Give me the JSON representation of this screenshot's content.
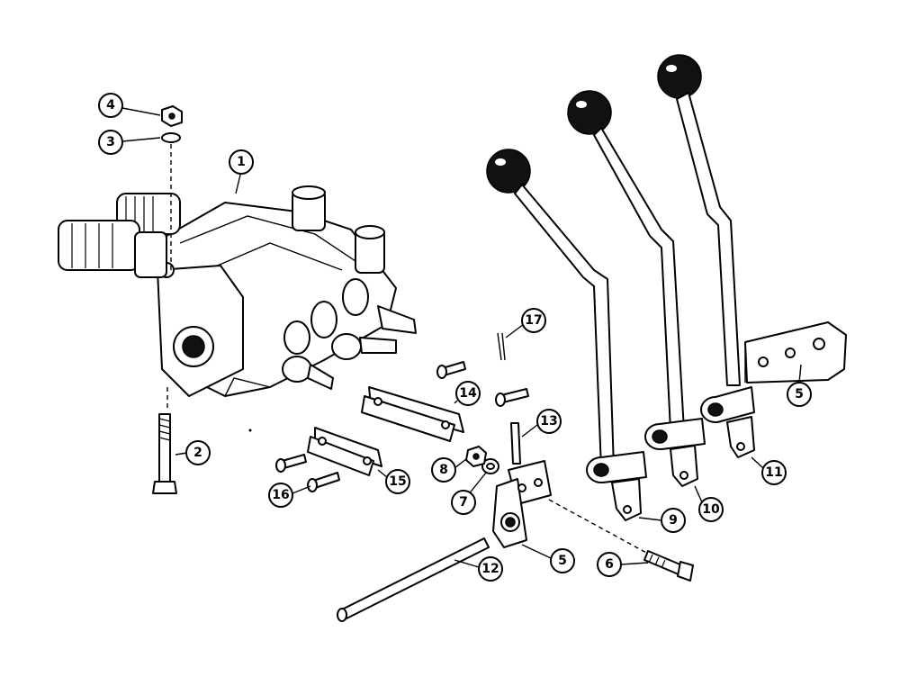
{
  "callouts": [
    {
      "key": "c1",
      "label": "1"
    },
    {
      "key": "c2",
      "label": "2"
    },
    {
      "key": "c3",
      "label": "3"
    },
    {
      "key": "c4",
      "label": "4"
    },
    {
      "key": "c5a",
      "label": "5"
    },
    {
      "key": "c5b",
      "label": "5"
    },
    {
      "key": "c6",
      "label": "6"
    },
    {
      "key": "c7",
      "label": "7"
    },
    {
      "key": "c8",
      "label": "8"
    },
    {
      "key": "c9",
      "label": "9"
    },
    {
      "key": "c10",
      "label": "10"
    },
    {
      "key": "c11",
      "label": "11"
    },
    {
      "key": "c12",
      "label": "12"
    },
    {
      "key": "c13",
      "label": "13"
    },
    {
      "key": "c14",
      "label": "14"
    },
    {
      "key": "c15",
      "label": "15"
    },
    {
      "key": "c16",
      "label": "16"
    },
    {
      "key": "c17",
      "label": "17"
    }
  ]
}
